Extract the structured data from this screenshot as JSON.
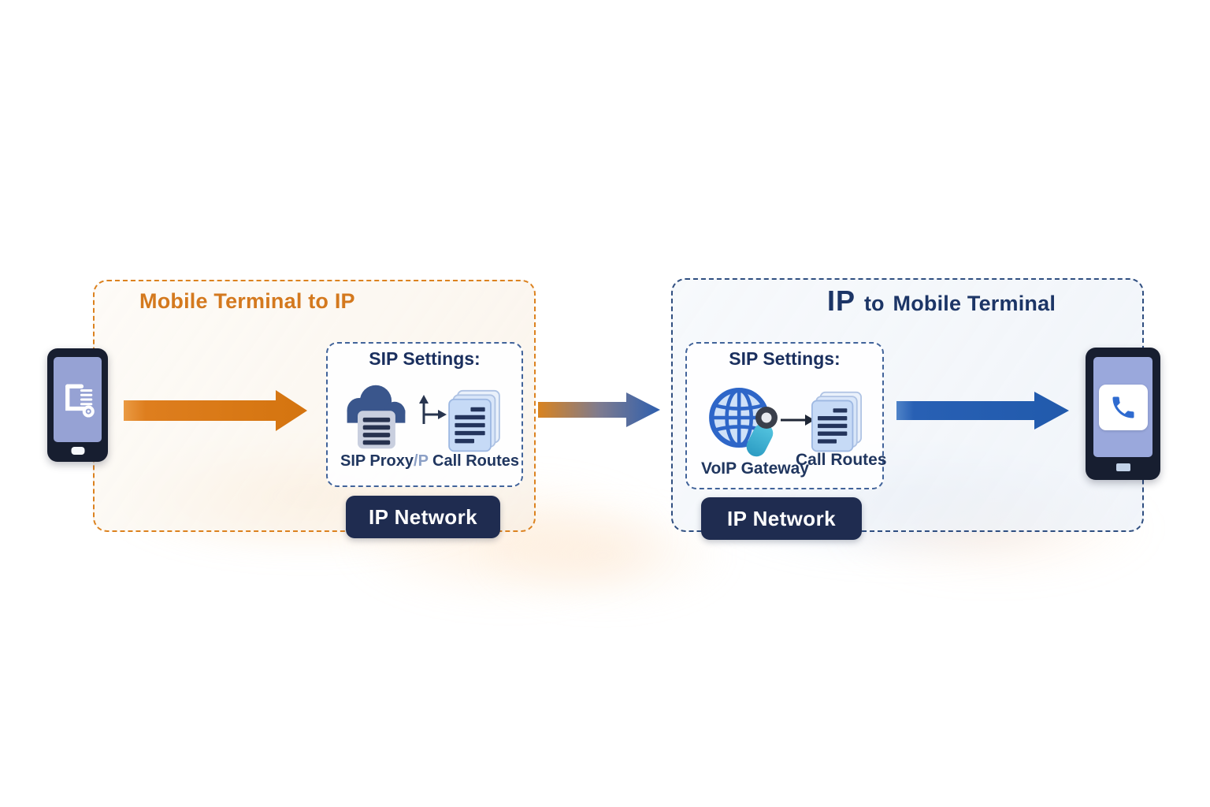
{
  "left_panel": {
    "title": "Mobile Terminal to IP",
    "accent_color": "#DC821F",
    "sip": {
      "heading": "SIP Settings:",
      "proxy_label": "SIP Proxy",
      "proxy_suffix": "/P",
      "routes_label": "Call Routes"
    },
    "badge": "IP Network"
  },
  "right_panel": {
    "title_ip": "IP",
    "title_to": "to",
    "title_rest": "Mobile Terminal",
    "accent_color": "#2F4E80",
    "sip": {
      "heading": "SIP Settings:",
      "gateway_label": "VoIP Gateway",
      "routes_label": "Call Routes"
    },
    "badge": "IP Network"
  },
  "icons": {
    "left_phone_screen": "fax-printer-icon",
    "sip_proxy": "cloud-server-icon",
    "left_flow_hint": "elbow-arrow-icon",
    "call_routes": "documents-stack-icon",
    "voip_gateway": "globe-icon",
    "gateway_handset": "microphone-icon",
    "right_phone_screen": "phone-call-icon"
  },
  "colors": {
    "orange_arrow": "#DE7E1E",
    "blue_arrow": "#2860B4",
    "gradient_arrow": "#D9831F to #2E5FAE",
    "badge_bg": "#1F2C50",
    "navy_text": "#1C3566",
    "orange_text": "#D4791E",
    "phone_screen": "#96A2D4"
  }
}
